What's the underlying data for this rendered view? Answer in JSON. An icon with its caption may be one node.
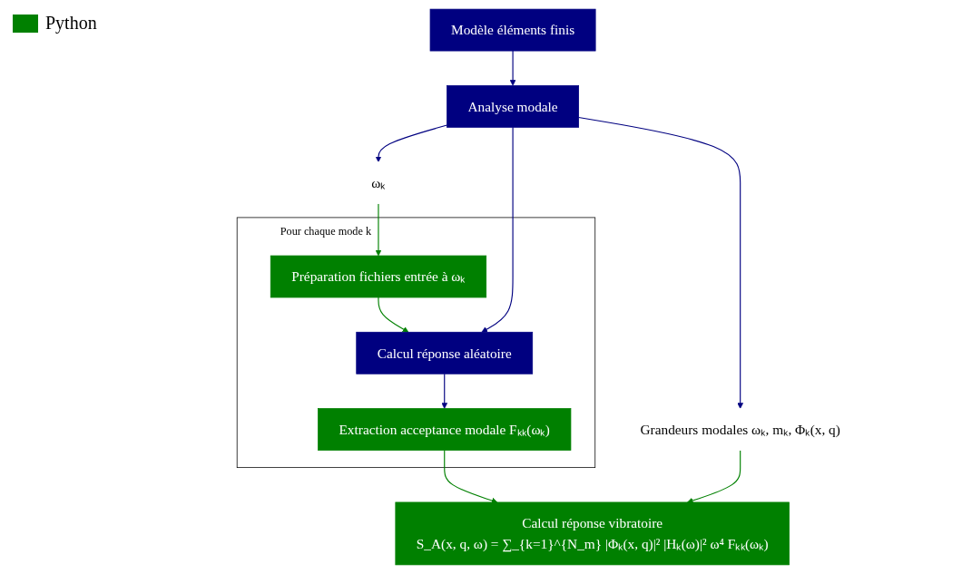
{
  "diagram": {
    "nodes": [
      {
        "text": [
          "Modèle éléments finis"
        ]
      },
      {
        "text": [
          "Analyse modale"
        ]
      },
      {
        "text": [
          "ωₖ"
        ]
      },
      {
        "text": [
          "Pour chaque mode k"
        ]
      },
      {
        "text": [
          "Préparation fichiers entrée à ωₖ"
        ],
        "in": 3
      },
      {
        "text": [
          "Calcul réponse aléatoire"
        ],
        "in": 3
      },
      {
        "text": [
          "Extraction acceptance modale Fₖₖ(ωₖ)"
        ],
        "in": 3
      },
      {
        "text": [
          "Grandeurs modales ωₖ, mₖ, Φₖ(x, q)"
        ]
      },
      {
        "text": [
          "Calcul réponse vibratoire",
          "S_A(x, q, ω) = ∑_{k=1}^{N_m} |Φₖ(x, q)|² |Hₖ(ω)|² ω⁴ Fₖₖ(ωₖ)"
        ]
      }
    ],
    "edges": [
      {
        "from": 0,
        "to": 1,
        "arrow": "to"
      },
      {
        "from": 1,
        "to": 2,
        "arrow": "to"
      },
      {
        "from": 2,
        "to": 4,
        "arrow": "to",
        "color": "#008000"
      },
      {
        "from": 4,
        "to": 5,
        "arrow": "to",
        "color": "#008000"
      },
      {
        "from": 1,
        "to": 5,
        "arrow": "to"
      },
      {
        "from": 5,
        "to": 6,
        "arrow": "to"
      },
      {
        "from": 1,
        "to": 7,
        "arrow": "to"
      },
      {
        "from": 6,
        "to": 8,
        "arrow": "to",
        "color": "#008000"
      },
      {
        "from": 7,
        "to": 8,
        "arrow": "to",
        "color": "#008000"
      }
    ],
    "legend": [
      {
        "text": "Python",
        "color": "#008000"
      }
    ]
  }
}
